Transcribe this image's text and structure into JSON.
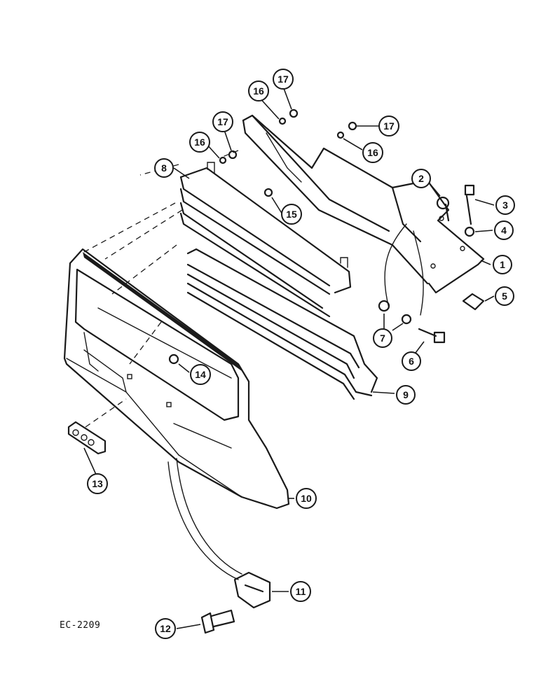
{
  "drawing_ref": "EC-2209",
  "callouts": [
    {
      "n": "1"
    },
    {
      "n": "2"
    },
    {
      "n": "3"
    },
    {
      "n": "4"
    },
    {
      "n": "5"
    },
    {
      "n": "6"
    },
    {
      "n": "7"
    },
    {
      "n": "8"
    },
    {
      "n": "9"
    },
    {
      "n": "10"
    },
    {
      "n": "11"
    },
    {
      "n": "12"
    },
    {
      "n": "13"
    },
    {
      "n": "14"
    },
    {
      "n": "15"
    },
    {
      "n": "16"
    },
    {
      "n": "16"
    },
    {
      "n": "16"
    },
    {
      "n": "17"
    },
    {
      "n": "17"
    },
    {
      "n": "17"
    }
  ]
}
